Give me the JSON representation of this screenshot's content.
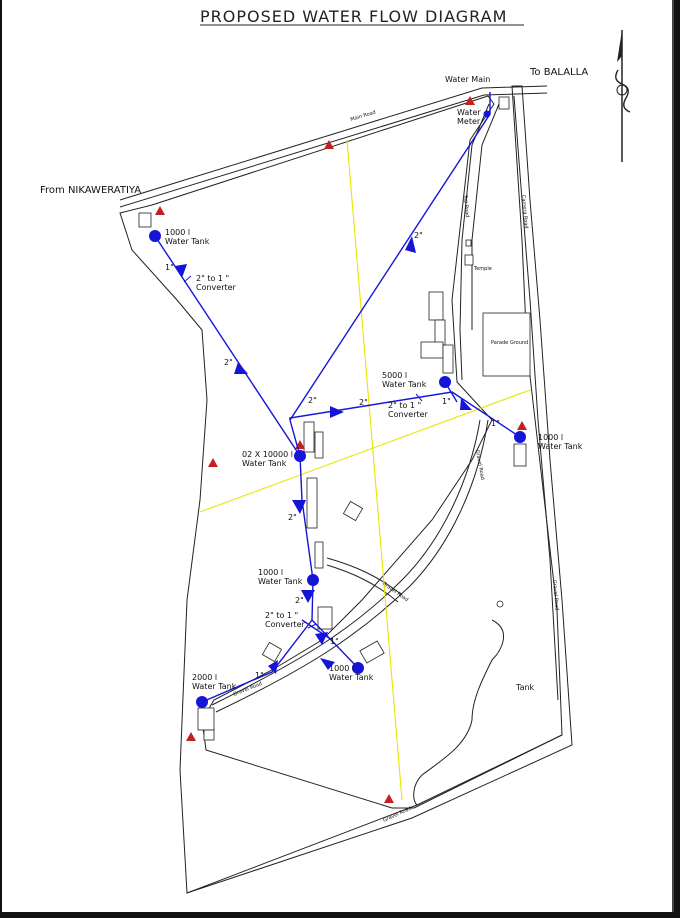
{
  "title": "PROPOSED  WATER  FLOW  DIAGRAM",
  "places": {
    "to_balalla": "To BALALLA",
    "from_nikaweratiya": "From NIKAWERATIYA",
    "water_main": "Water Main",
    "water_meter_1": "Water",
    "water_meter_2": "Meter",
    "parade_ground": "Parade Ground",
    "temple": "Temple",
    "tank": "Tank"
  },
  "roads": {
    "main_road": "Main Road",
    "top_road": "Top Road",
    "camera_road": "Camera Road",
    "gravel_road_1": "Gravel Road",
    "gravel_road_2": "Gravel Road",
    "gravel_road_3": "Gravel Road",
    "gravel_road_4": "Gravel Road",
    "gravel_road_5": "Gravel Road"
  },
  "tanks": {
    "t1_a": "1000 l",
    "t1_b": "Water Tank",
    "t2_a": "5000 l",
    "t2_b": "Water Tank",
    "t3_a": "1000 l",
    "t3_b": "Water Tank",
    "t4_a": "02 X 10000 l",
    "t4_b": "Water Tank",
    "t5_a": "1000 l",
    "t5_b": "Water Tank",
    "t6_a": "1000 l",
    "t6_b": "Water Tank",
    "t7_a": "2000 l",
    "t7_b": "Water Tank"
  },
  "pipes": {
    "p_2in_a": "2\"",
    "p_2in_b": "2\"",
    "p_2in_c": "2\"",
    "p_2in_d": "2\"",
    "p_2in_e": "2\"",
    "p_2in_f": "2\"",
    "p_1in_a": "1\"",
    "p_1in_b": "1\"",
    "p_1in_c": "1\"",
    "p_1in_d": "1\"",
    "p_1in_e": "1\""
  },
  "converters": {
    "c1_a": "2\" to 1 \"",
    "c1_b": "Converter",
    "c2_a": "2\" to 1 \"",
    "c2_b": "Converter",
    "c3_a": "2\" to 1 \"",
    "c3_b": "Converter"
  },
  "colors": {
    "pipe": "#1515d8",
    "grid": "#e6e600",
    "marker": "#c42020"
  },
  "icons": [
    "north-arrow-icon",
    "water-tank-icon",
    "red-triangle-marker-icon",
    "flow-arrow-icon"
  ]
}
